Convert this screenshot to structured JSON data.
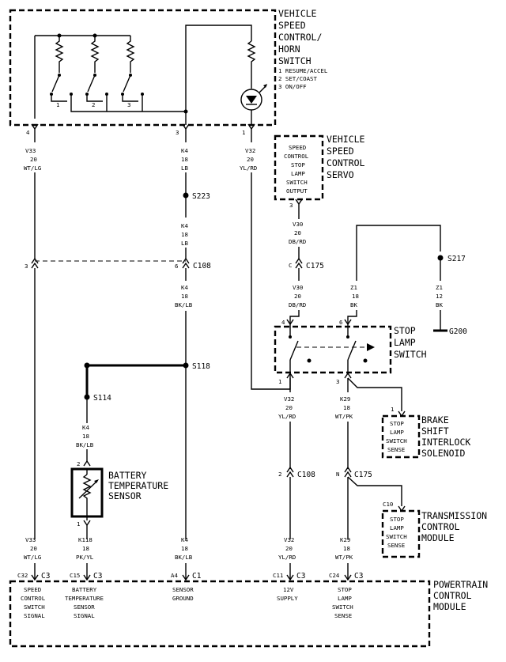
{
  "horn_switch": {
    "title": [
      "VEHICLE",
      "SPEED",
      "CONTROL/",
      "HORN",
      "SWITCH"
    ],
    "legend": [
      "1 RESUME/ACCEL",
      "2 SET/COAST",
      "3 ON/OFF"
    ],
    "switch_nums": [
      "1",
      "2",
      "3"
    ],
    "pins": [
      "4",
      "3",
      "1"
    ]
  },
  "wires": {
    "v33_top": [
      "V33",
      "20",
      "WT/LG"
    ],
    "k4_top": [
      "K4",
      "18",
      "LB"
    ],
    "v32_top": [
      "V32",
      "20",
      "YL/RD"
    ],
    "k4_mid": [
      "K4",
      "18",
      "LB"
    ],
    "k4_low": [
      "K4",
      "18",
      "BK/LB"
    ],
    "k4_bat": [
      "K4",
      "18",
      "BK/LB"
    ],
    "v30_top": [
      "V30",
      "20",
      "DB/RD"
    ],
    "v30_low": [
      "V30",
      "20",
      "DB/RD"
    ],
    "z1_left": [
      "Z1",
      "18",
      "BK"
    ],
    "z1_right": [
      "Z1",
      "12",
      "BK"
    ],
    "v32_low": [
      "V32",
      "20",
      "YL/RD"
    ],
    "k29_mid": [
      "K29",
      "18",
      "WT/PK"
    ],
    "v33_bot": [
      "V33",
      "20",
      "WT/LG"
    ],
    "k118_bot": [
      "K118",
      "18",
      "PK/YL"
    ],
    "k4_bot": [
      "K4",
      "18",
      "BK/LB"
    ],
    "v32_bot": [
      "V32",
      "20",
      "YL/RD"
    ],
    "k29_bot": [
      "K29",
      "18",
      "WT/PK"
    ]
  },
  "splices": {
    "s223": "S223",
    "s118": "S118",
    "s114": "S114",
    "s217": "S217"
  },
  "ground": "G200",
  "connectors": {
    "c108_top": "C108",
    "c108_top_pin_left": "3",
    "c108_top_pin_right": "6",
    "c175_top": "C175",
    "c175_top_pin": "C",
    "c108_bot": "C108",
    "c108_bot_pin": "2",
    "c175_bot": "C175",
    "c175_bot_pin": "N"
  },
  "servo": {
    "title": [
      "VEHICLE",
      "SPEED",
      "CONTROL",
      "SERVO"
    ],
    "inner": [
      "SPEED",
      "CONTROL",
      "STOP",
      "LAMP",
      "SWITCH",
      "OUTPUT"
    ],
    "pin": "3"
  },
  "stop_lamp_switch": {
    "title": [
      "STOP",
      "LAMP",
      "SWITCH"
    ],
    "pins_top": [
      "4",
      "6"
    ],
    "pins_bottom": [
      "1",
      "3"
    ]
  },
  "brake_interlock": {
    "title": [
      "BRAKE",
      "SHIFT",
      "INTERLOCK",
      "SOLENOID"
    ],
    "inner": [
      "STOP",
      "LAMP",
      "SWITCH",
      "SENSE"
    ],
    "pin": "1"
  },
  "tcm": {
    "title": [
      "TRANSMISSION",
      "CONTROL",
      "MODULE"
    ],
    "inner": [
      "STOP",
      "LAMP",
      "SWITCH",
      "SENSE"
    ],
    "pin": "C10"
  },
  "battery_sensor": {
    "title": [
      "BATTERY",
      "TEMPERATURE",
      "SENSOR"
    ],
    "pin_top": "2",
    "pin_bottom": "1"
  },
  "pcm": {
    "title": [
      "POWERTRAIN",
      "CONTROL",
      "MODULE"
    ],
    "pins": [
      {
        "pin": "C32",
        "conn": "C3",
        "label": [
          "SPEED",
          "CONTROL",
          "SWITCH",
          "SIGNAL"
        ]
      },
      {
        "pin": "C15",
        "conn": "C3",
        "label": [
          "BATTERY",
          "TEMPERATURE",
          "SENSOR",
          "SIGNAL"
        ]
      },
      {
        "pin": "A4",
        "conn": "C1",
        "label": [
          "SENSOR",
          "GROUND"
        ]
      },
      {
        "pin": "C11",
        "conn": "C3",
        "label": [
          "12V",
          "SUPPLY"
        ]
      },
      {
        "pin": "C24",
        "conn": "C3",
        "label": [
          "STOP",
          "LAMP",
          "SWITCH",
          "SENSE"
        ]
      }
    ]
  }
}
